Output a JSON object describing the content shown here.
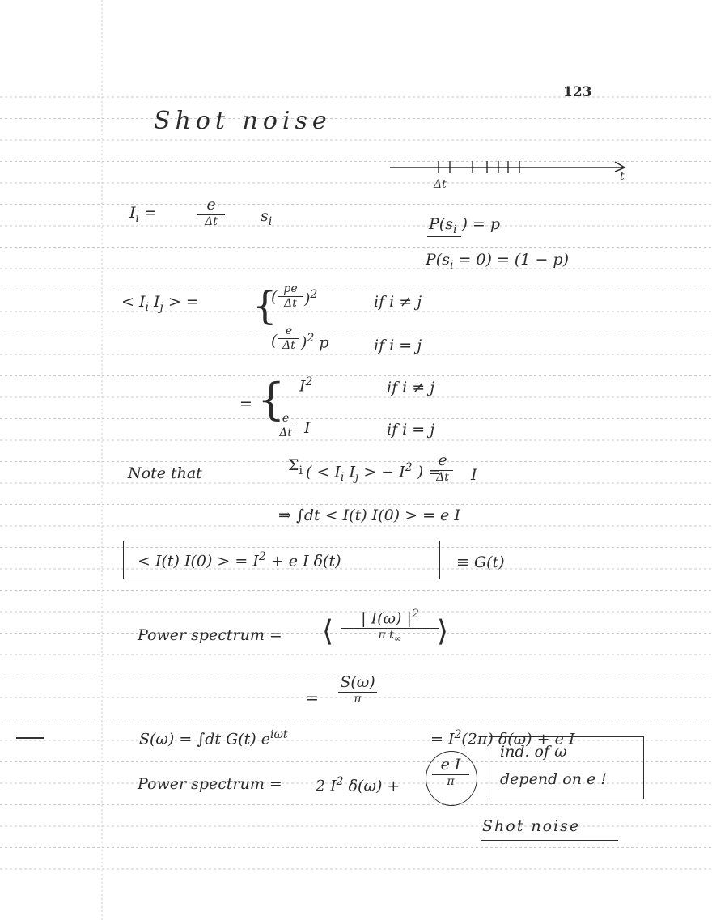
{
  "page_number": "123",
  "title": "Shot noise",
  "axis": {
    "tick_label": "Δt",
    "axis_var": "t"
  },
  "def": {
    "lhs": "I",
    "lhs_sub": "i",
    "eq": "=",
    "frac_num": "e",
    "frac_den": "Δt",
    "var": "s",
    "var_sub": "i"
  },
  "prob": {
    "line1": "P(s",
    "line1_sub": "i",
    "line1_rest": "      ) = p",
    "line2": "P(s",
    "line2_sub": "i",
    "line2_rest": " = 0) = (1 − p)"
  },
  "corr": {
    "lhs": "< I",
    "lhs_i": "i",
    "lhs_mid": " I",
    "lhs_j": "j",
    "lhs_end": " > =",
    "c1_num": "pe",
    "c1_den": "Δt",
    "c1_power": "2",
    "c1_cond": "if  i ≠ j",
    "c2_num": "e",
    "c2_den": "Δt",
    "c2_tail": "p",
    "c2_power": "2",
    "c2_cond": "if  i = j",
    "eq2": "=",
    "d1": "I",
    "d1_power": "2",
    "d1_cond": "if  i ≠ j",
    "d2_num": "e",
    "d2_den": "Δt",
    "d2_tail": "I",
    "d2_cond": "if  i = j"
  },
  "note": {
    "label": "Note  that",
    "sum": "Σ",
    "sum_sub": "i",
    "body": "( < I",
    "body_i": "i",
    "body_mid": " I",
    "body_j": "j",
    "body_end": " > − I",
    "body_power": "2",
    "body_close": " ) =",
    "rhs_num": "e",
    "rhs_den": "Δt",
    "rhs_tail": "I",
    "implies": "⇒   ∫dt  < I(t) I(0) >  =  e I"
  },
  "boxed": {
    "text": "< I(t) I(0) >  =  I",
    "power": "2",
    "tail": "  +  e I δ(t)",
    "defn": "≡  G(t)"
  },
  "power_spectrum_1": {
    "label": "Power  spectrum  =",
    "num": "| I(ω) |",
    "num_power": "2",
    "den": "π t",
    "den_sub": "∞",
    "eq": "=",
    "s_num": "S(ω)",
    "s_den": "π"
  },
  "S_def": {
    "lhs": "S(ω)  =  ∫dt  G(t) e",
    "exp": "iωt",
    "rhs": "=   I",
    "rhs_power": "2",
    "rhs_tail": "(2π) δ(ω)  +  e I"
  },
  "power_spectrum_2": {
    "label": "Power  spectrum  =",
    "mid": "2 I",
    "mid_power": "2",
    "mid_tail": " δ(ω)  +",
    "circ_num": "e I",
    "circ_den": "π"
  },
  "annotation": {
    "line1": "ind. of  ω",
    "line2": "depend on  e !"
  },
  "shot_noise_label": "Shot noise"
}
